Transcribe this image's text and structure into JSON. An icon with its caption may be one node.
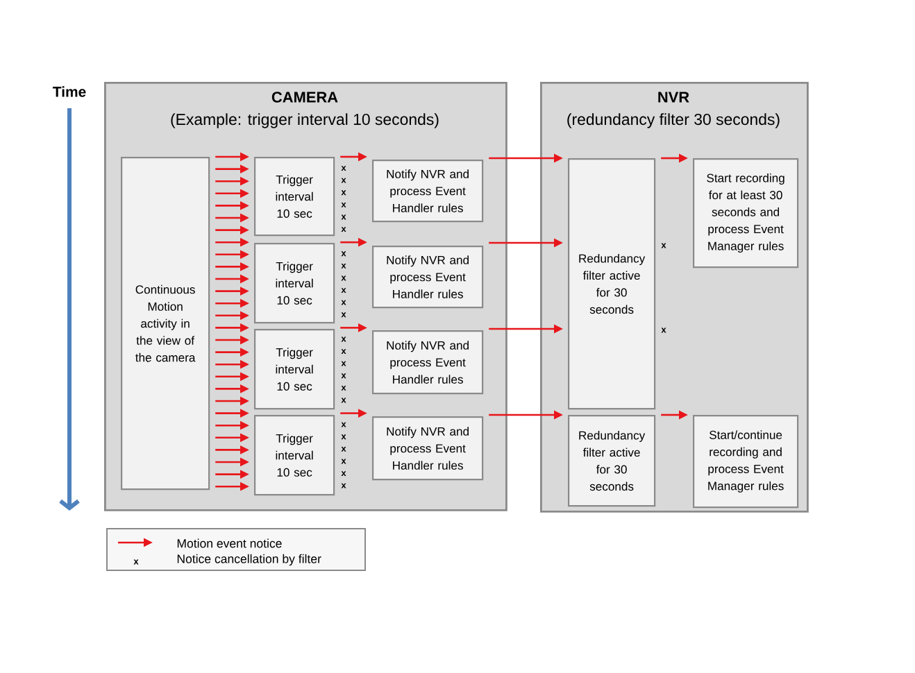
{
  "diagram": {
    "nodes": [
      {
        "text": [
          "CAMERA",
          "(Example: trigger interval 10 seconds)"
        ]
      },
      {
        "text": [
          "Continuous Motion activity in the view of the camera"
        ],
        "in": 0
      },
      {
        "text": [
          "Trigger interval 10 sec"
        ],
        "in": 0
      },
      {
        "text": [
          "Trigger interval 10 sec"
        ],
        "in": 0
      },
      {
        "text": [
          "Trigger interval 10 sec"
        ],
        "in": 0
      },
      {
        "text": [
          "Trigger interval 10 sec"
        ],
        "in": 0
      },
      {
        "text": [
          "Notify NVR and process Event Handler rules"
        ],
        "in": 0
      },
      {
        "text": [
          "Notify NVR and process Event Handler rules"
        ],
        "in": 0
      },
      {
        "text": [
          "Notify NVR and process Event Handler rules"
        ],
        "in": 0
      },
      {
        "text": [
          "Notify NVR and process Event Handler rules"
        ],
        "in": 0
      },
      {
        "text": [
          "NVR",
          "(redundancy filter 30 seconds)"
        ]
      },
      {
        "text": [
          "Redundancy filter active for 30 seconds"
        ],
        "in": 10
      },
      {
        "text": [
          "Start recording for at least 30 seconds and process Event Manager rules"
        ],
        "in": 10
      },
      {
        "text": [
          "Redundancy filter active for 30 seconds"
        ],
        "in": 10
      },
      {
        "text": [
          "Start/continue recording and process Event Manager rules"
        ],
        "in": 10
      }
    ],
    "edges": [
      {
        "from": 1,
        "to": 2,
        "arrow": "to"
      },
      {
        "from": 1,
        "to": 2,
        "arrow": "to"
      },
      {
        "from": 1,
        "to": 2,
        "arrow": "to"
      },
      {
        "from": 1,
        "to": 2,
        "arrow": "to"
      },
      {
        "from": 1,
        "to": 2,
        "arrow": "to"
      },
      {
        "from": 1,
        "to": 2,
        "arrow": "to"
      },
      {
        "from": 1,
        "to": 2,
        "arrow": "to"
      },
      {
        "from": 1,
        "to": 3,
        "arrow": "to"
      },
      {
        "from": 1,
        "to": 3,
        "arrow": "to"
      },
      {
        "from": 1,
        "to": 3,
        "arrow": "to"
      },
      {
        "from": 1,
        "to": 3,
        "arrow": "to"
      },
      {
        "from": 1,
        "to": 3,
        "arrow": "to"
      },
      {
        "from": 1,
        "to": 3,
        "arrow": "to"
      },
      {
        "from": 1,
        "to": 3,
        "arrow": "to"
      },
      {
        "from": 1,
        "to": 4,
        "arrow": "to"
      },
      {
        "from": 1,
        "to": 4,
        "arrow": "to"
      },
      {
        "from": 1,
        "to": 4,
        "arrow": "to"
      },
      {
        "from": 1,
        "to": 4,
        "arrow": "to"
      },
      {
        "from": 1,
        "to": 4,
        "arrow": "to"
      },
      {
        "from": 1,
        "to": 4,
        "arrow": "to"
      },
      {
        "from": 1,
        "to": 4,
        "arrow": "to"
      },
      {
        "from": 1,
        "to": 5,
        "arrow": "to"
      },
      {
        "from": 1,
        "to": 5,
        "arrow": "to"
      },
      {
        "from": 1,
        "to": 5,
        "arrow": "to"
      },
      {
        "from": 1,
        "to": 5,
        "arrow": "to"
      },
      {
        "from": 1,
        "to": 5,
        "arrow": "to"
      },
      {
        "from": 1,
        "to": 5,
        "arrow": "to"
      },
      {
        "from": 1,
        "to": 5,
        "arrow": "to"
      },
      {
        "from": 2,
        "to": 6,
        "arrow": "to"
      },
      {
        "from": 3,
        "to": 7,
        "arrow": "to"
      },
      {
        "from": 4,
        "to": 8,
        "arrow": "to"
      },
      {
        "from": 5,
        "to": 9,
        "arrow": "to"
      },
      {
        "from": 6,
        "to": 11,
        "arrow": "to"
      },
      {
        "from": 7,
        "to": 11,
        "arrow": "to"
      },
      {
        "from": 8,
        "to": 11,
        "arrow": "to"
      },
      {
        "from": 9,
        "to": 13,
        "arrow": "to"
      },
      {
        "from": 11,
        "to": 12,
        "arrow": "to"
      },
      {
        "from": 13,
        "to": 14,
        "arrow": "to"
      }
    ],
    "labels": [
      "Time",
      "x",
      "x",
      "x",
      "x",
      "x",
      "x",
      "x",
      "x",
      "x",
      "x",
      "x",
      "x",
      "x",
      "x",
      "x",
      "x",
      "x",
      "x",
      "x",
      "x",
      "x",
      "x",
      "x",
      "x",
      "x",
      "x",
      "x"
    ],
    "legend": [
      {
        "text": "Motion event notice"
      },
      {
        "text": "Notice cancellation by filter"
      }
    ]
  }
}
